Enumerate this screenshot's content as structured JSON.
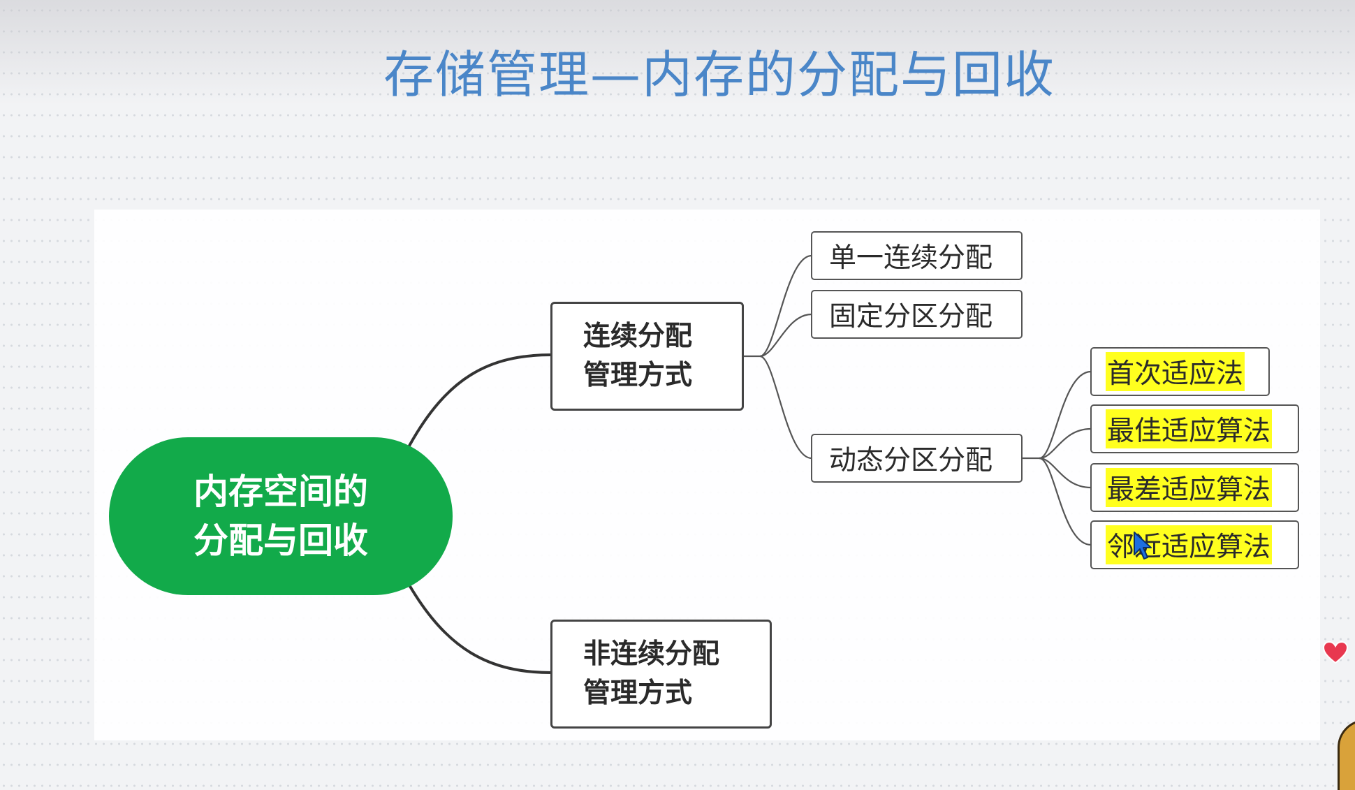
{
  "slide": {
    "title": "存储管理—内存的分配与回收"
  },
  "mindmap": {
    "root": {
      "line1": "内存空间的",
      "line2": "分配与回收",
      "color": "#12aa4a"
    },
    "branches": [
      {
        "line1": "连续分配",
        "line2": "管理方式",
        "children": [
          {
            "label": "单一连续分配"
          },
          {
            "label": "固定分区分配"
          },
          {
            "label": "动态分区分配",
            "children": [
              {
                "label": "首次适应法"
              },
              {
                "label": "最佳适应算法"
              },
              {
                "label": "最差适应算法"
              },
              {
                "label": "邻近适应算法"
              }
            ]
          }
        ]
      },
      {
        "line1": "非连续分配",
        "line2": "管理方式"
      }
    ],
    "highlight_color": "#ffff1f"
  },
  "icons": {
    "cursor": "mouse-pointer-icon",
    "heart": "heart-icon"
  }
}
